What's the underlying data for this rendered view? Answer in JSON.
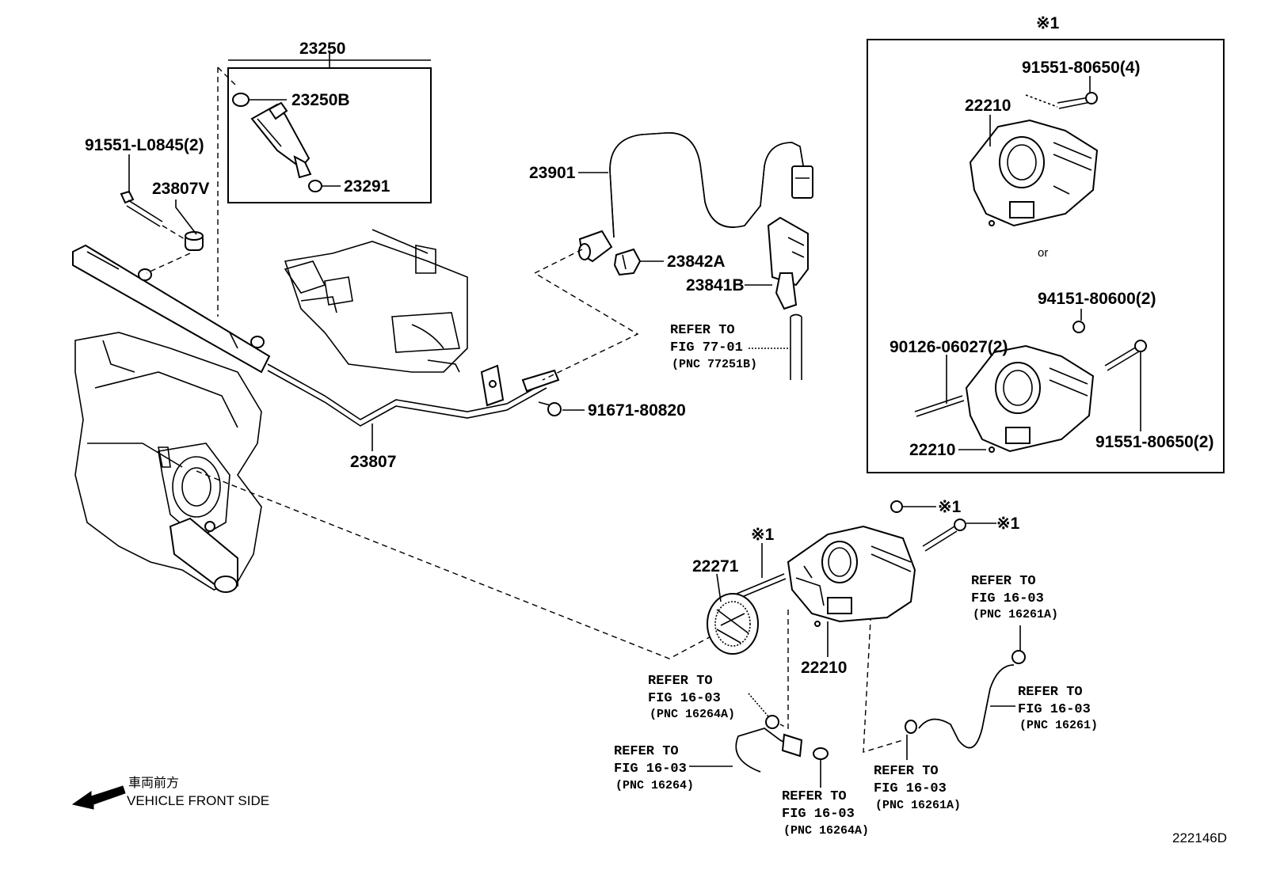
{
  "diagram_code": "222146D",
  "direction": {
    "label_jp": "車両前方",
    "label_en": "VEHICLE FRONT SIDE"
  },
  "injector_group": {
    "group_number": "23250",
    "parts": [
      "23250B",
      "23291"
    ]
  },
  "throttle_inset": {
    "marker": "※1",
    "upper_bolt": "91551-80650(4)",
    "upper_body": "22210",
    "or_text": "or",
    "nut": "94151-80600(2)",
    "stud": "90126-06027(2)",
    "lower_body": "22210",
    "lower_bolt": "91551-80650(2)"
  },
  "parts": {
    "bolt_rail": "91551-L0845(2)",
    "spacer": "23807V",
    "hose": "23901",
    "clip": "23842A",
    "bracket": "23841B",
    "pipe": "23807",
    "bolt_pipe": "91671-80820",
    "gasket": "22271",
    "throttle_body": "22210",
    "marker_a": "※1",
    "marker_b": "※1",
    "marker_c": "※1"
  },
  "references": [
    {
      "line1": "REFER TO",
      "line2": "FIG 77-01",
      "line3": "(PNC 77251B)"
    },
    {
      "line1": "REFER TO",
      "line2": "FIG 16-03",
      "line3": "(PNC 16261A)"
    },
    {
      "line1": "REFER TO",
      "line2": "FIG 16-03",
      "line3": "(PNC 16261)"
    },
    {
      "line1": "REFER TO",
      "line2": "FIG 16-03",
      "line3": "(PNC 16264A)"
    },
    {
      "line1": "REFER TO",
      "line2": "FIG 16-03",
      "line3": "(PNC 16264)"
    },
    {
      "line1": "REFER TO",
      "line2": "FIG 16-03",
      "line3": "(PNC 16264A)"
    },
    {
      "line1": "REFER TO",
      "line2": "FIG 16-03",
      "line3": "(PNC 16261A)"
    }
  ]
}
